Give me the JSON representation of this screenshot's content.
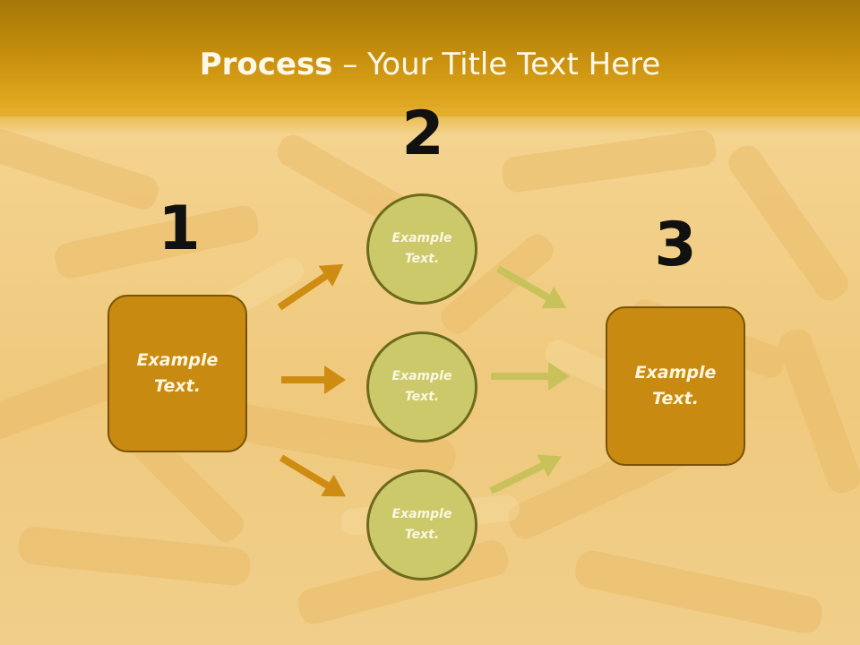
{
  "title": {
    "bold": "Process",
    "rest": " – Your Title Text Here"
  },
  "steps": [
    {
      "number": "1",
      "text": "Example Text."
    },
    {
      "number": "2"
    },
    {
      "number": "3",
      "text": "Example Text."
    }
  ],
  "circles": [
    {
      "text": "Example Text."
    },
    {
      "text": "Example Text."
    },
    {
      "text": "Example Text."
    }
  ],
  "colors": {
    "header": "#c48d0c",
    "box_fill": "#c88a10",
    "circle_fill": "#ccc96a",
    "arrow_left": "#cf8c12",
    "arrow_right": "#c9c25a"
  }
}
